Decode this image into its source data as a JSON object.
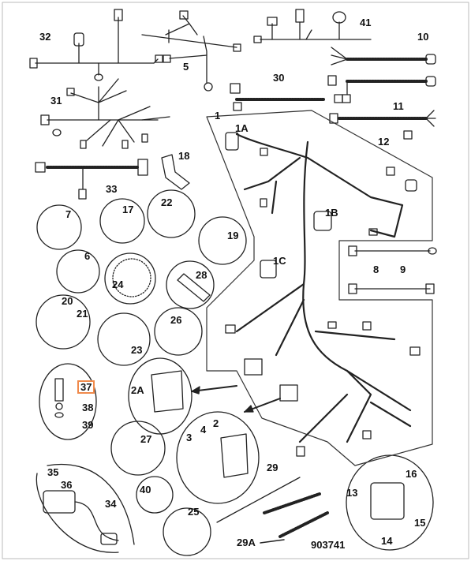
{
  "diagram": {
    "catalog_number": "903741",
    "highlighted_part": "37",
    "accent_color": "#f08a4b",
    "labels": [
      "32",
      "5",
      "41",
      "10",
      "30",
      "11",
      "31",
      "12",
      "1",
      "1A",
      "18",
      "33",
      "1B",
      "7",
      "17",
      "22",
      "19",
      "6",
      "1C",
      "8",
      "9",
      "24",
      "28",
      "20",
      "21",
      "26",
      "23",
      "37",
      "38",
      "39",
      "2A",
      "27",
      "3",
      "4",
      "2",
      "29",
      "35",
      "36",
      "34",
      "40",
      "25",
      "16",
      "13",
      "15",
      "29A",
      "14"
    ]
  }
}
